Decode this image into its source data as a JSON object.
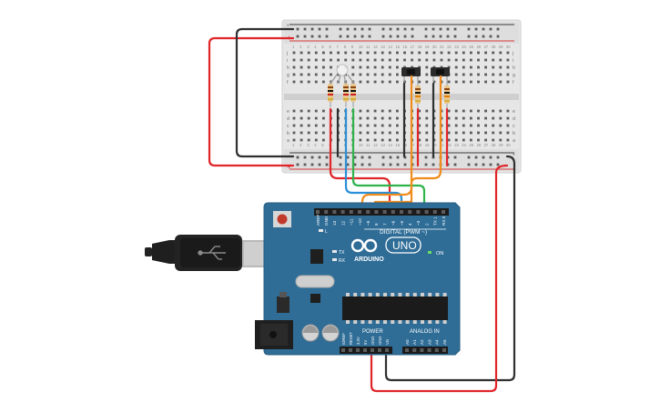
{
  "board": {
    "digital_label": "DIGITAL (PWM ~)",
    "brand": "ARDUINO",
    "model": "UNO",
    "on_label": "ON",
    "tx_label": "TX",
    "rx_label": "RX",
    "l_label": "L",
    "power_label": "POWER",
    "analog_label": "ANALOG IN",
    "digital_pins": [
      "AREF",
      "GND",
      "13",
      "12",
      "~11",
      "~10",
      "~9",
      "8",
      "7",
      "~6",
      "~5",
      "4",
      "~3",
      "2",
      "TX 1",
      "RX 0"
    ],
    "power_pins": [
      "IOREF",
      "RESET",
      "3.3V",
      "5V",
      "GND",
      "GND",
      "Vin"
    ],
    "analog_pins": [
      "A0",
      "A1",
      "A2",
      "A3",
      "A4",
      "A5"
    ]
  },
  "breadboard": {
    "row_letters_top": [
      "j",
      "i",
      "h",
      "g",
      "f"
    ],
    "row_letters_bottom": [
      "e",
      "d",
      "c",
      "b",
      "a"
    ],
    "column_numbers": [
      "1",
      "2",
      "3",
      "4",
      "5",
      "6",
      "7",
      "8",
      "9",
      "10",
      "11",
      "12",
      "13",
      "14",
      "15",
      "16",
      "17",
      "18",
      "19",
      "20",
      "21",
      "22",
      "23",
      "24",
      "25",
      "26",
      "27",
      "28",
      "29",
      "30"
    ],
    "rail_plus": "+",
    "rail_minus": "-"
  },
  "colors": {
    "wire_red": "#e0262a",
    "wire_black": "#303030",
    "wire_orange": "#f08c1c",
    "wire_blue": "#2a8fd6",
    "wire_green": "#2fb34a",
    "board_blue": "#2f6d97",
    "breadboard": "#e4e4e4"
  }
}
